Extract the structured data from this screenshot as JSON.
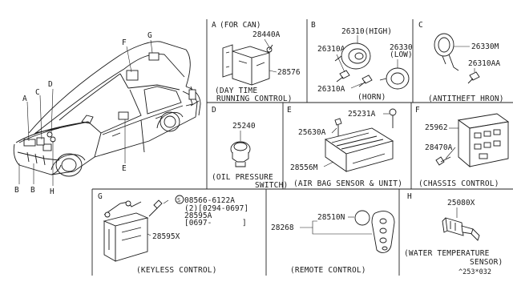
{
  "sections": {
    "a": {
      "letter": "A",
      "title": "(FOR CAN)",
      "caption_1": "(DAY TIME",
      "caption_2": "RUNNING CONTROL)",
      "parts": {
        "relay_bolt": "28440A",
        "relay": "28576"
      }
    },
    "b": {
      "letter": "B",
      "caption": "(HORN)",
      "parts": {
        "horn_high": "26310(HIGH)",
        "horn_low": "26330",
        "horn_low_note": "(LOW)",
        "bolt_upper": "26310A",
        "bolt_lower": "26310A"
      }
    },
    "c": {
      "letter": "C",
      "caption": "(ANTITHEFT HRON)",
      "parts": {
        "horn": "26330M",
        "bolt": "26310AA"
      }
    },
    "d": {
      "letter": "D",
      "caption_1": "(OIL PRESSURE",
      "caption_2": "SWITCH)",
      "parts": {
        "switch": "25240"
      }
    },
    "e": {
      "letter": "E",
      "caption": "(AIR BAG SENSOR & UNIT)",
      "parts": {
        "bolt_right": "25231A",
        "bolt_left": "25630A",
        "unit": "28556M"
      }
    },
    "f": {
      "letter": "F",
      "caption": "(CHASSIS CONTROL)",
      "parts": {
        "unit": "25962",
        "bolt": "28470A"
      }
    },
    "g": {
      "letter": "G",
      "caption": "(KEYLESS CONTROL)",
      "parts": {
        "screw_prefix": "S",
        "screw": "08566-6122A",
        "screw_qty": "(2)[0294-0697]",
        "bracket": "28595A",
        "bracket_range": "[0697-",
        "bracket_range_end": "]",
        "unit": "28595X"
      }
    },
    "remote": {
      "caption": "(REMOTE CONTROL)",
      "parts": {
        "battery": "28510N",
        "transmitter": "28268"
      }
    },
    "h": {
      "letter": "H",
      "caption_1": "(WATER TEMPERATURE",
      "caption_2": "SENSOR)",
      "parts": {
        "sensor": "25080X"
      }
    }
  },
  "car_callouts": [
    "F",
    "G",
    "A",
    "C",
    "D",
    "E",
    "B",
    "B",
    "H"
  ],
  "diagram_code": "^253*032"
}
